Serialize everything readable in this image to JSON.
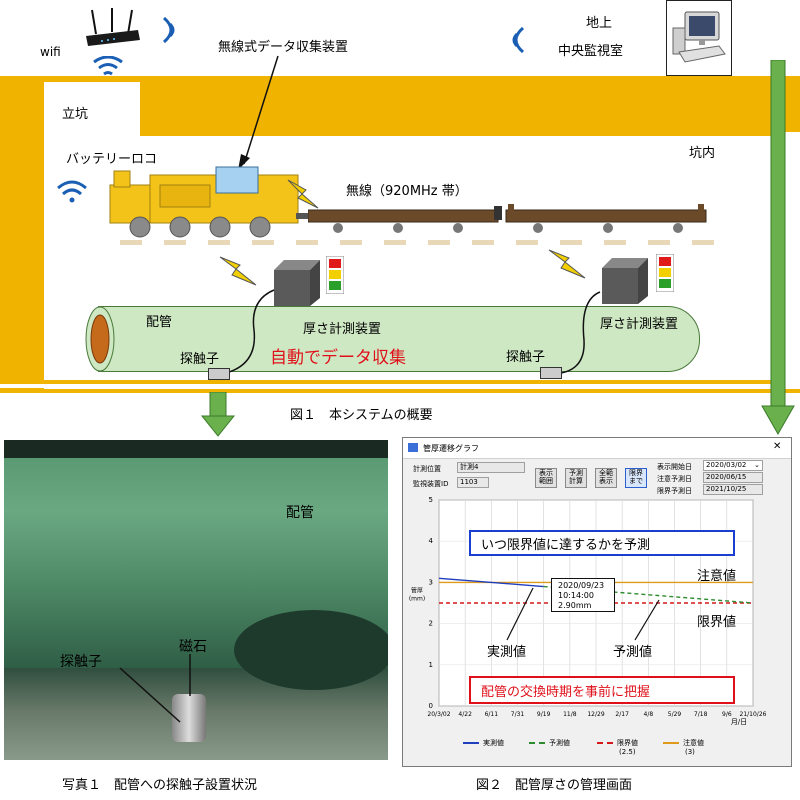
{
  "fig1": {
    "wifi": "wifi",
    "wireless_device": "無線式データ収集装置",
    "surface": "地上",
    "control_room": "中央監視室",
    "shaft": "立坑",
    "battery_loco": "バッテリーロコ",
    "tunnel_inside": "坑内",
    "radio": "無線（920MHz 帯）",
    "pipe": "配管",
    "thickness_device_1": "厚さ計測装置",
    "thickness_device_2": "厚さ計測装置",
    "probe_1": "探触子",
    "probe_2": "探触子",
    "auto_collect": "自動でデータ収集",
    "caption": "図１　本システムの概要"
  },
  "photo1": {
    "pipe": "配管",
    "magnet": "磁石",
    "probe": "探触子",
    "caption": "写真１　配管への探触子設置状況"
  },
  "fig2": {
    "caption": "図２　配管厚さの管理画面",
    "window_title": "管厚遷移グラフ",
    "close": "✕",
    "label_position": "計測位置",
    "value_position": "計測4",
    "label_monitor_id": "監視装置ID",
    "value_monitor_id": "1103",
    "btn_display_range": "表示\n範囲",
    "btn_predict": "予測\n計算",
    "btn_show_all": "全範\n表示",
    "btn_to_limit": "限界\nまで",
    "label_display_start": "表示開始日",
    "value_display_start": "2020/03/02",
    "label_caution_predict": "注意予測日",
    "value_caution_predict": "2020/06/15",
    "label_limit_predict": "限界予測日",
    "value_limit_predict": "2021/10/25",
    "annotation_top": "いつ限界値に達するかを予測",
    "annotation_bottom": "配管の交換時期を事前に把握",
    "caution_label": "注意値",
    "limit_label": "限界値",
    "actual_label": "実測値",
    "predict_label": "予測値",
    "tooltip_date": "2020/09/23",
    "tooltip_time": "10:14:00",
    "tooltip_value": "2.90mm",
    "legend_actual": "実測値",
    "legend_predict": "予測値",
    "legend_limit": "限界値",
    "legend_limit_val": "(2.5)",
    "legend_caution": "注意値",
    "legend_caution_val": "(3)",
    "colors": {
      "actual": "#1f3fbf",
      "predict": "#2e8b2e",
      "limit": "#d21a1a",
      "caution": "#e09a1a"
    }
  },
  "chart_data": {
    "type": "line",
    "ylabel": "管厚\n(mm)",
    "xlabel": "月/日",
    "ylim": [
      0,
      5
    ],
    "yticks": [
      "0",
      "1",
      "2",
      "3",
      "4",
      "5"
    ],
    "xticks": [
      "20/3/02",
      "4/22",
      "6/11",
      "7/31",
      "9/19",
      "11/8",
      "12/29",
      "2/17",
      "4/8",
      "5/29",
      "7/18",
      "9/6",
      "21/10/26"
    ],
    "series": [
      {
        "name": "実測値",
        "x": [
          "20/3/02",
          "9/19"
        ],
        "values": [
          3.1,
          2.9
        ]
      },
      {
        "name": "予測値",
        "x": [
          "9/19",
          "21/10/26"
        ],
        "values": [
          2.9,
          2.5
        ]
      },
      {
        "name": "限界値",
        "values": [
          2.5
        ]
      },
      {
        "name": "注意値",
        "values": [
          3.0
        ]
      }
    ]
  }
}
